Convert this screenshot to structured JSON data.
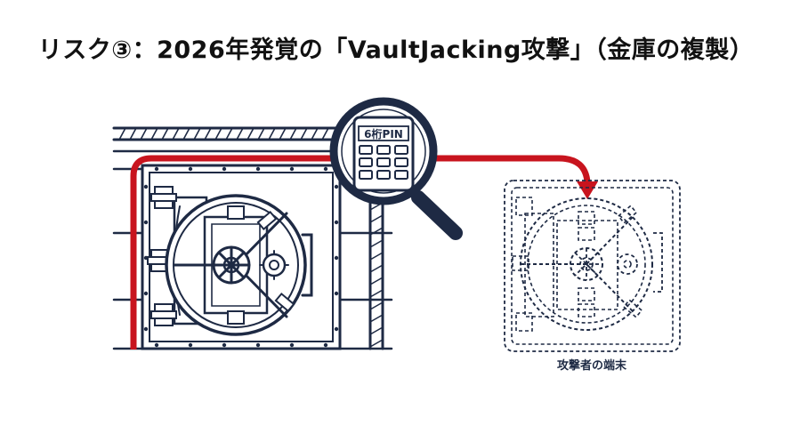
{
  "title": "リスク③：2026年発覚の「VaultJacking攻撃」（金庫の複製）",
  "magnifier": {
    "label": "6桁PIN"
  },
  "attacker_terminal": {
    "label": "攻撃者の端末"
  },
  "colors": {
    "navy": "#1e2a44",
    "red": "#c8141e",
    "background": "#ffffff"
  }
}
